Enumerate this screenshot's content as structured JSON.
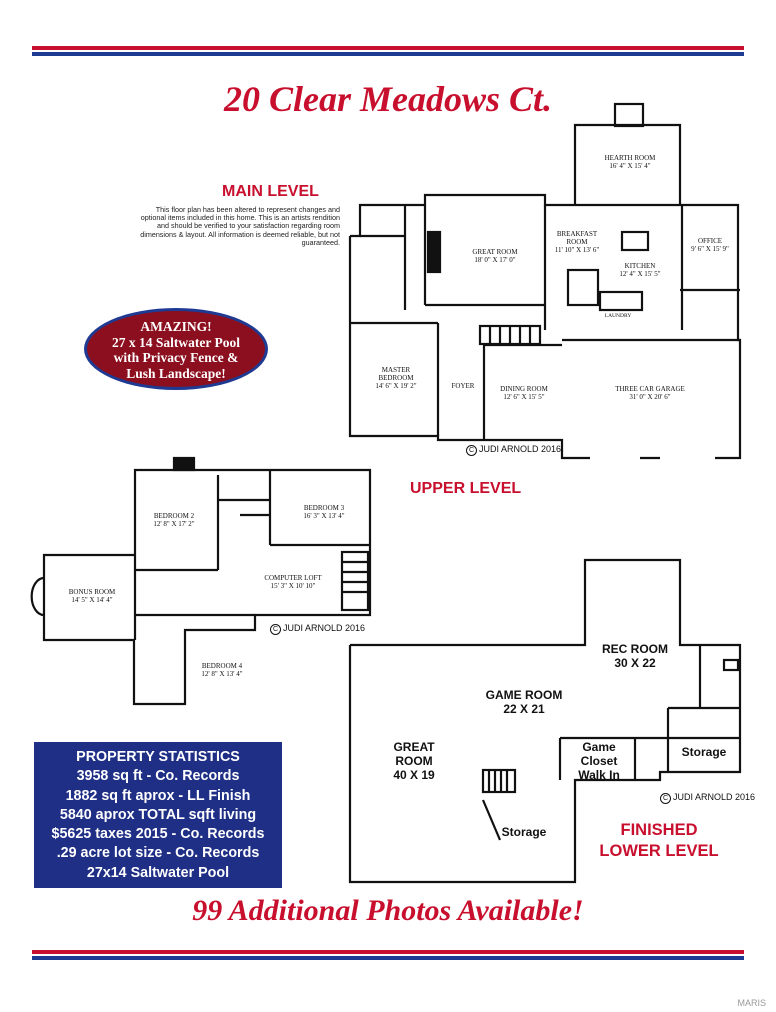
{
  "title": "20 Clear Meadows Ct.",
  "bottom_title": "99 Additional Photos Available!",
  "main_level": {
    "label": "MAIN LEVEL",
    "disclaimer": "This floor plan has been altered to represent changes and optional items included in this home. This is an artists rendition and should be verified to your satisfaction regarding room dimensions & layout. All information is deemed reliable, but not guaranteed.",
    "copyright": "JUDI ARNOLD 2016",
    "rooms": {
      "hearth": [
        "HEARTH ROOM",
        "16' 4\" X 15' 4\""
      ],
      "breakfast": [
        "BREAKFAST",
        "ROOM",
        "11' 10\" X 13' 6\""
      ],
      "great": [
        "GREAT ROOM",
        "18' 0\" X 17' 0\""
      ],
      "office": [
        "OFFICE",
        "9' 6\" X 15' 9\""
      ],
      "kitchen": [
        "KITCHEN",
        "12' 4\" X 15' 5\""
      ],
      "master": [
        "MASTER",
        "BEDROOM",
        "14' 6\" X 19' 2\""
      ],
      "foyer": "FOYER",
      "dining": [
        "DINING ROOM",
        "12' 6\" X 15' 5\""
      ],
      "garage": [
        "THREE CAR GARAGE",
        "31' 0\" X 20' 6\""
      ],
      "laundry": "LAUNDRY"
    }
  },
  "amazing": {
    "line1": "AMAZING!",
    "line2": "27 x 14 Saltwater Pool",
    "line3": "with Privacy Fence &",
    "line4": "Lush Landscape!"
  },
  "upper_level": {
    "label": "UPPER LEVEL",
    "copyright": "JUDI ARNOLD 2016",
    "rooms": {
      "bed2": [
        "BEDROOM 2",
        "12' 8\" X 17' 2\""
      ],
      "bed3": [
        "BEDROOM 3",
        "16' 3\" X 13' 4\""
      ],
      "bonus": [
        "BONUS ROOM",
        "14' 5\" X 14' 4\""
      ],
      "loft": [
        "COMPUTER LOFT",
        "15' 3\" X 10' 10\""
      ],
      "bed4": [
        "BEDROOM 4",
        "12' 8\" X 13' 4\""
      ]
    }
  },
  "lower_level": {
    "label_line1": "FINISHED",
    "label_line2": "LOWER LEVEL",
    "copyright": "JUDI ARNOLD 2016",
    "rooms": {
      "rec": [
        "REC ROOM",
        "30 X 22"
      ],
      "game": [
        "GAME ROOM",
        "22 X 21"
      ],
      "great": [
        "GREAT",
        "ROOM",
        "40 X 19"
      ],
      "closet": [
        "Game",
        "Closet",
        "Walk In"
      ],
      "storage1": "Storage",
      "storage2": "Storage"
    }
  },
  "stats": {
    "heading": "PROPERTY STATISTICS",
    "lines": [
      "3958 sq ft - Co. Records",
      "1882 sq ft aprox - LL Finish",
      "5840 aprox TOTAL sqft living",
      "$5625 taxes 2015 - Co. Records",
      ".29 acre lot size - Co. Records",
      "27x14 Saltwater Pool"
    ]
  },
  "watermark": "MARIS",
  "colors": {
    "red": "#c8102e",
    "blue": "#1f3a93",
    "oval_fill": "#8b0f1e",
    "stats_fill": "#1f2f86"
  }
}
